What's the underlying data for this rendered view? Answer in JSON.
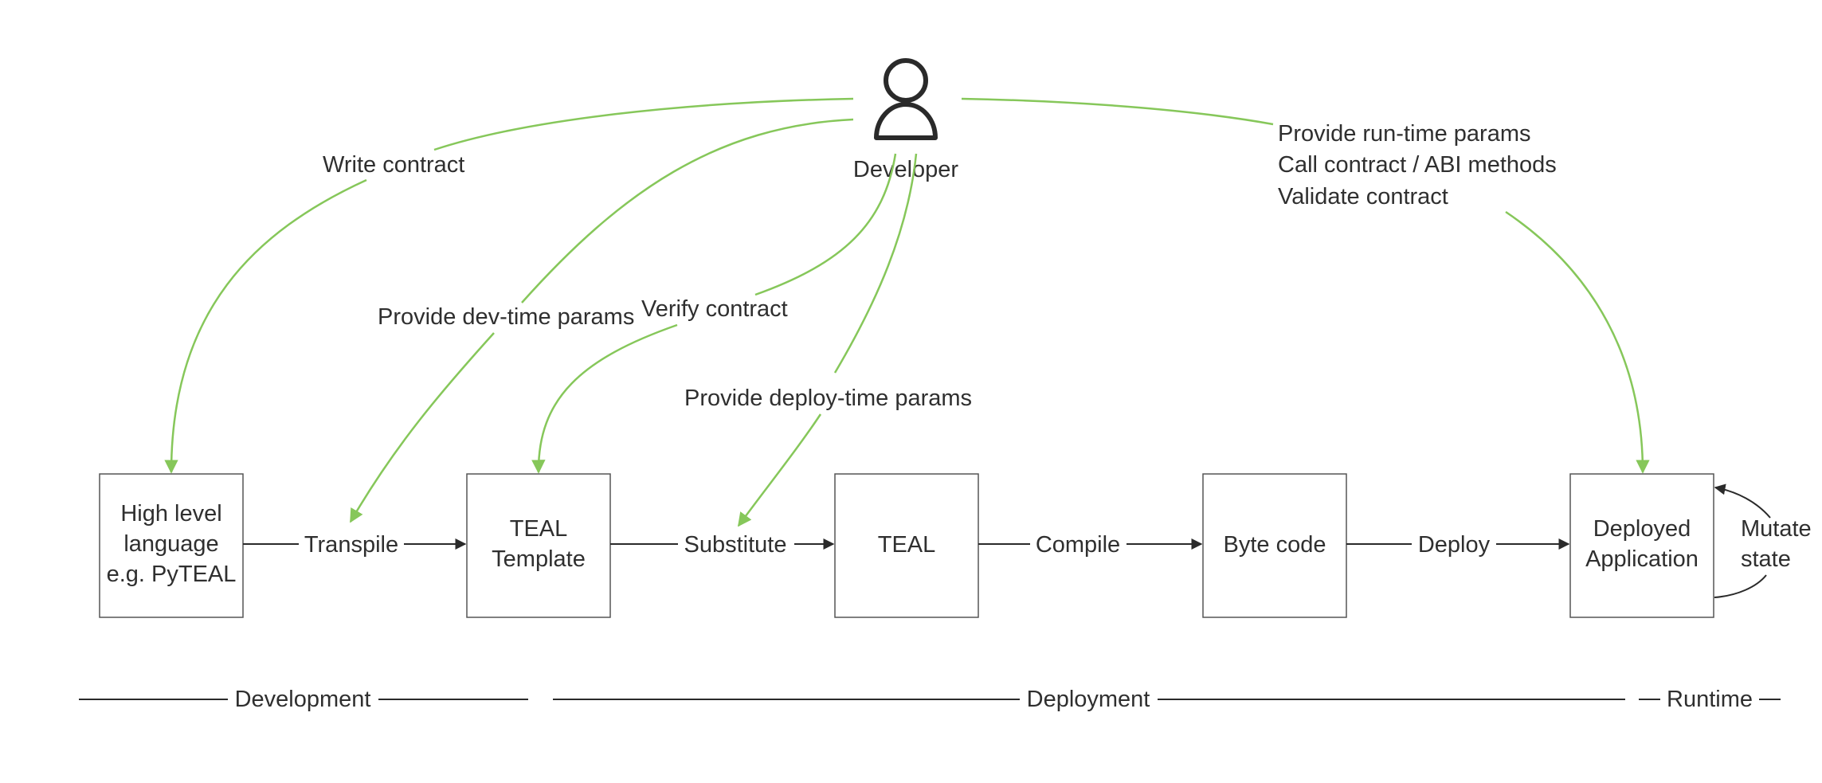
{
  "colors": {
    "accent_green": "#86c75a",
    "ink": "#2a2a2a",
    "box_stroke": "#555555"
  },
  "developer": {
    "icon": "person-icon",
    "label": "Developer"
  },
  "boxes": {
    "high_level": [
      "High level",
      "language",
      "e.g. PyTEAL"
    ],
    "teal_template": [
      "TEAL",
      "Template"
    ],
    "teal": [
      "TEAL"
    ],
    "byte_code": [
      "Byte code"
    ],
    "deployed_app": [
      "Deployed",
      "Application"
    ]
  },
  "steps": {
    "transpile": "Transpile",
    "substitute": "Substitute",
    "compile": "Compile",
    "deploy": "Deploy",
    "mutate_state": [
      "Mutate",
      "state"
    ]
  },
  "developer_actions": {
    "write_contract": "Write contract",
    "provide_dev_time_params": "Provide dev-time params",
    "verify_contract": "Verify contract",
    "provide_deploy_time_params": "Provide deploy-time params",
    "runtime_actions": [
      "Provide run-time params",
      "Call contract / ABI methods",
      "Validate contract"
    ]
  },
  "phases": {
    "development": "Development",
    "deployment": "Deployment",
    "runtime": "Runtime"
  }
}
